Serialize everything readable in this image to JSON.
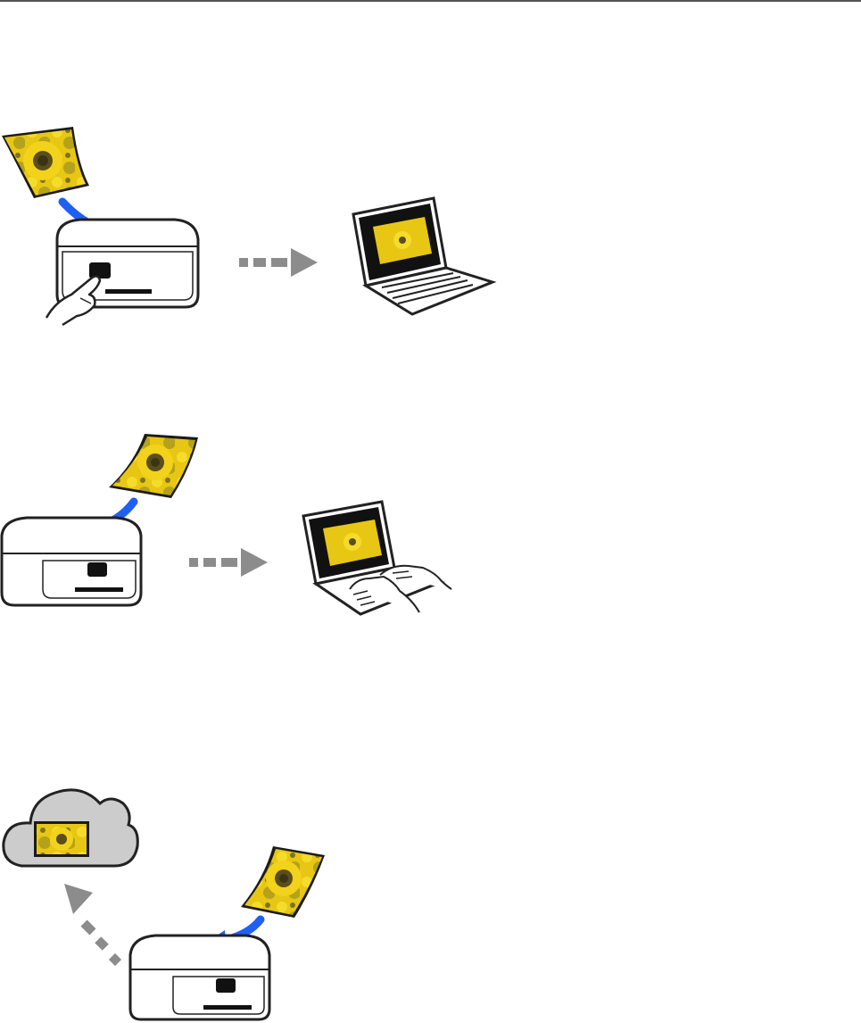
{
  "colors": {
    "flow_arrow": "#1f5ff5",
    "transfer_arrow": "#8c8c8c",
    "device_outline": "#222222",
    "cloud_fill": "#cccccc",
    "photo_yellow": "#f2d21a",
    "photo_dark": "#4f4b1e",
    "photo_green": "#6f6f28",
    "screen_black": "#111111"
  },
  "illustrations": [
    {
      "id": "scan-button-to-computer",
      "icons": [
        "photo-icon",
        "scanner-icon",
        "hand-icon",
        "arrow-icon",
        "laptop-icon"
      ]
    },
    {
      "id": "scan-from-computer",
      "icons": [
        "photo-icon",
        "scanner-icon",
        "arrow-icon",
        "laptop-icon",
        "typing-hands-icon"
      ]
    },
    {
      "id": "scan-to-cloud",
      "icons": [
        "cloud-icon",
        "photo-icon",
        "scanner-icon",
        "arrow-icon"
      ]
    }
  ]
}
